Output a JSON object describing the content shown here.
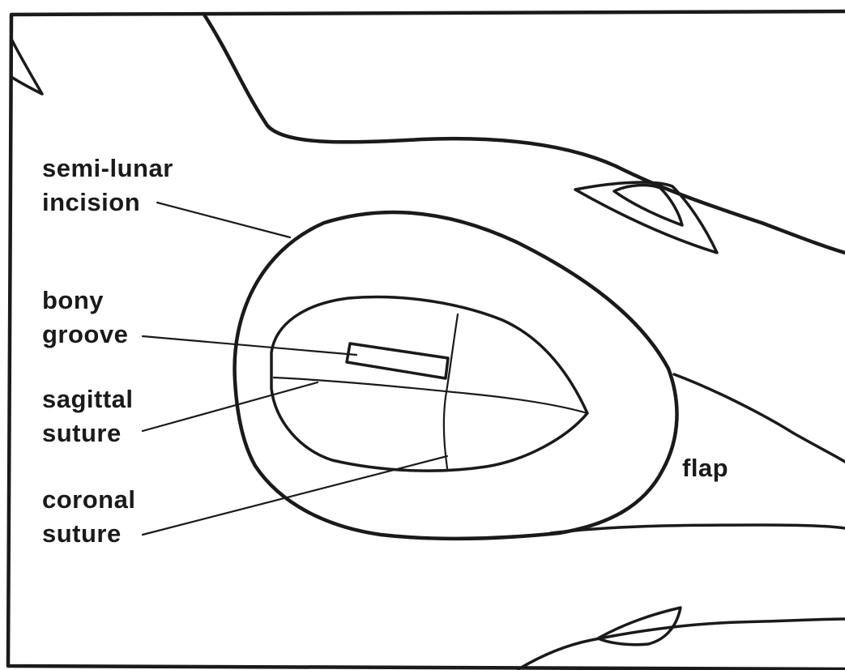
{
  "labels": {
    "semilunar_incision": [
      "semi-lunar",
      "incision"
    ],
    "bony_groove": [
      "bony",
      "groove"
    ],
    "sagittal_suture": [
      "sagittal",
      "suture"
    ],
    "coronal_suture": [
      "coronal",
      "suture"
    ],
    "flap": "flap"
  },
  "colors": {
    "ink": "#1a1a1a",
    "paper": "#ffffff"
  }
}
